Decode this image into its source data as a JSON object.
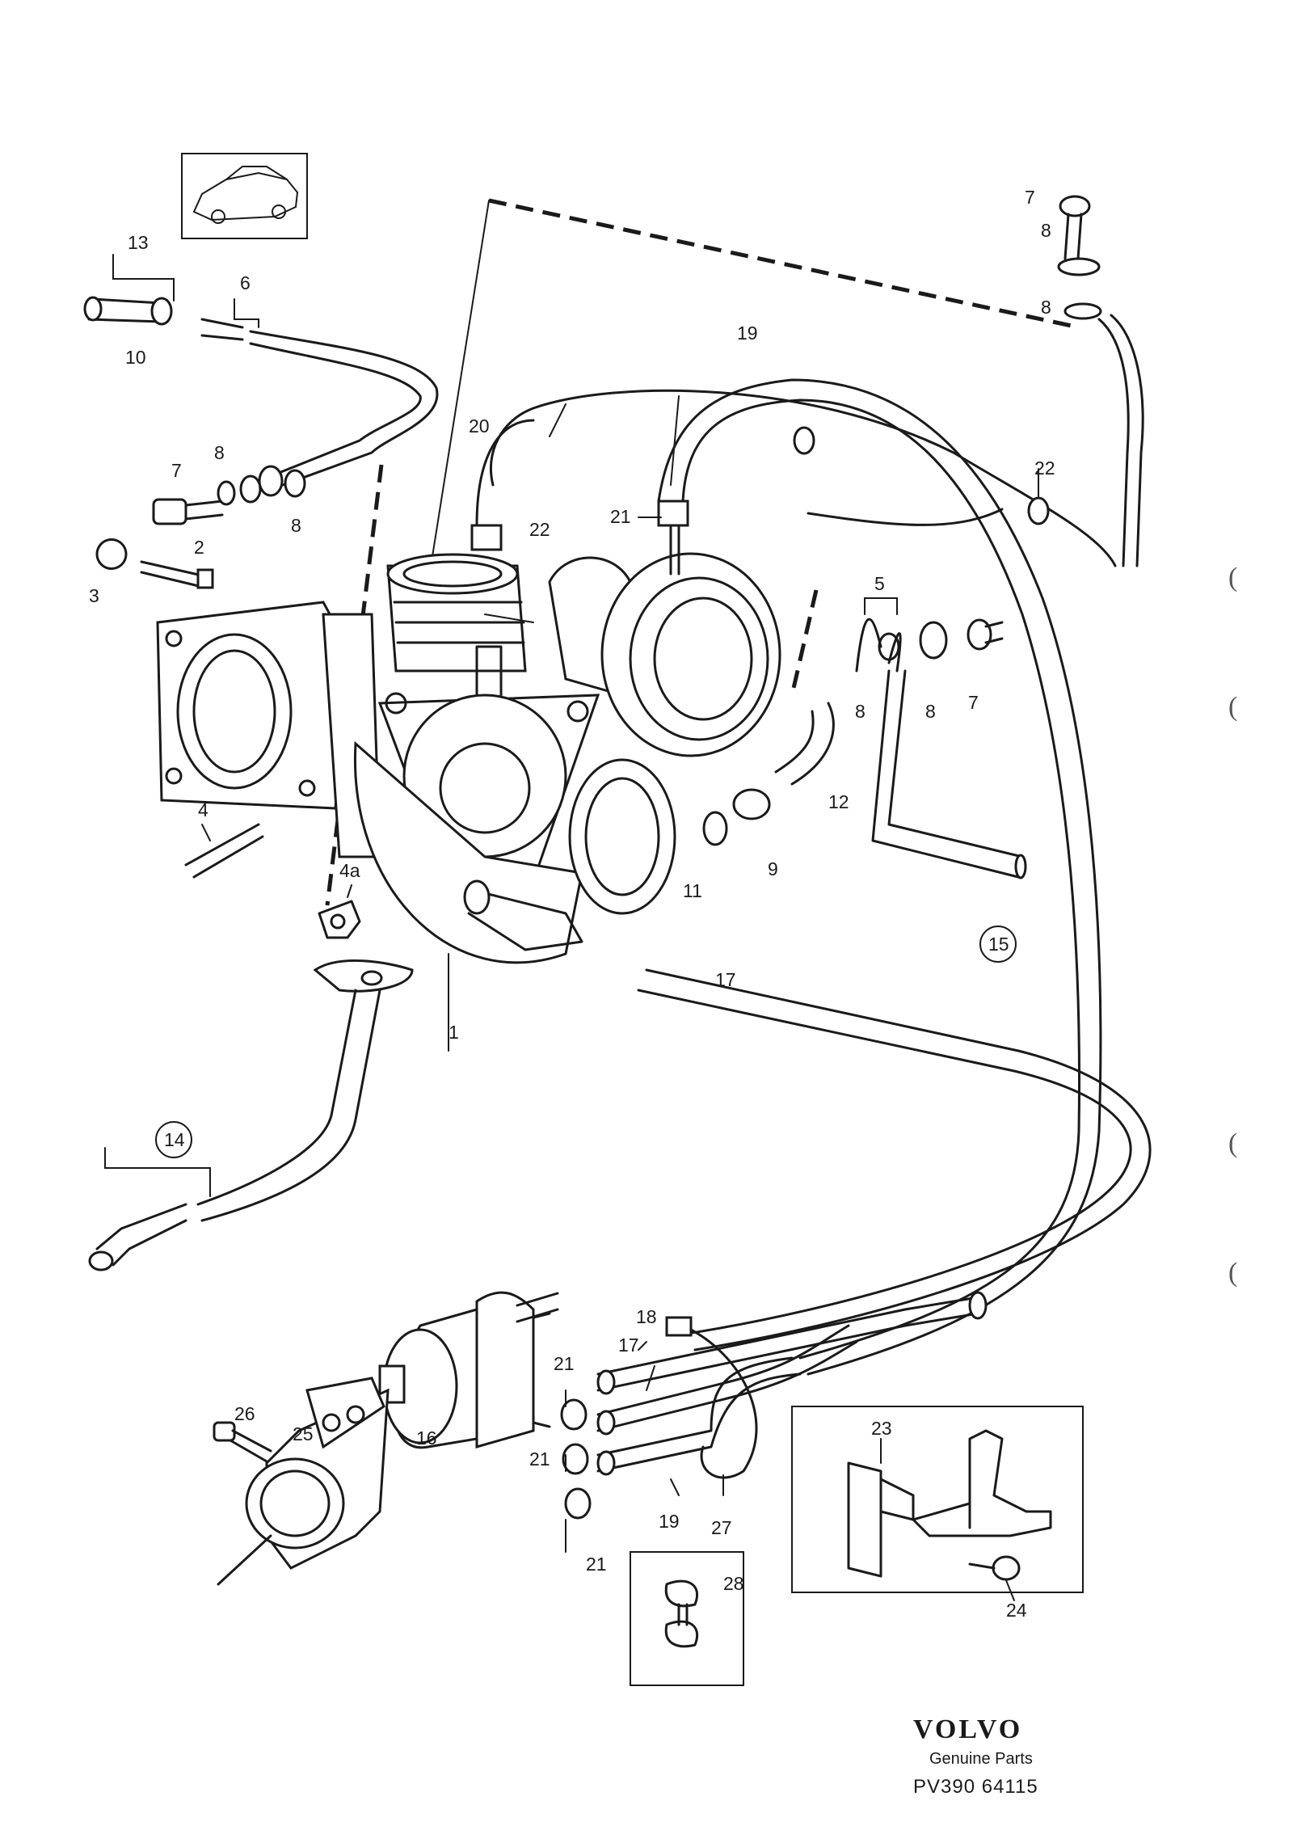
{
  "labels": {
    "p1": "1",
    "p2": "2",
    "p3": "3",
    "p4": "4",
    "p4a": "4a",
    "p5": "5",
    "p6": "6",
    "p7a": "7",
    "p7b": "7",
    "p7c": "7",
    "p8a": "8",
    "p8b": "8",
    "p8c": "8",
    "p8d": "8",
    "p8e": "8",
    "p8f": "8",
    "p9": "9",
    "p10": "10",
    "p11": "11",
    "p12": "12",
    "p13": "13",
    "p14": "14",
    "p15": "15",
    "p16": "16",
    "p17a": "17",
    "p17b": "17",
    "p18": "18",
    "p19a": "19",
    "p19b": "19",
    "p20": "20",
    "p21a": "21",
    "p21b": "21",
    "p21c": "21",
    "p21d": "21",
    "p22a": "22",
    "p22b": "22",
    "p23": "23",
    "p24": "24",
    "p25": "25",
    "p26": "26",
    "p27": "27",
    "p28": "28"
  },
  "brand": {
    "logo": "VOLVO",
    "subtitle": "Genuine Parts",
    "code": "PV390 64115"
  },
  "margin_marks": [
    "(",
    "(",
    "(",
    "("
  ]
}
